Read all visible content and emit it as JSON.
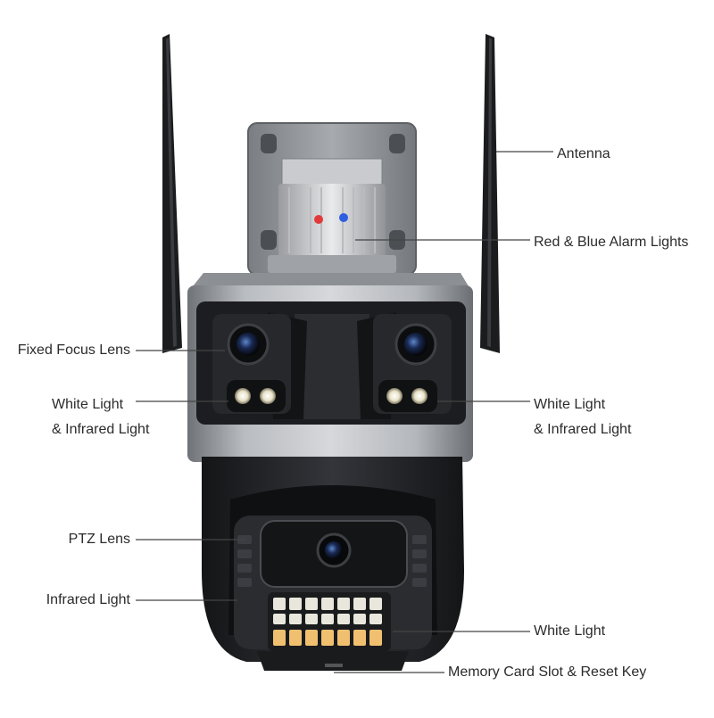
{
  "labels": {
    "antenna": "Antenna",
    "alarm_lights": "Red & Blue Alarm Lights",
    "fixed_focus_lens": "Fixed Focus Lens",
    "left_light_line1": "White Light",
    "left_light_line2": "& Infrared Light",
    "right_light_line1": "White Light",
    "right_light_line2": "& Infrared Light",
    "ptz_lens": "PTZ Lens",
    "infrared_light": "Infrared Light",
    "white_light": "White Light",
    "memory_card": "Memory Card Slot & Reset Key"
  },
  "colors": {
    "label_text": "#2b2b2b",
    "leader_line": "#444444",
    "body_dark": "#222325",
    "silver_band": "#a5a8ac",
    "bracket_gray": "#8e9195",
    "alarm_red": "#e23a3a",
    "alarm_blue": "#2f5fe0",
    "white_led": "#f5f2e8",
    "warm_led": "#f0c070"
  }
}
